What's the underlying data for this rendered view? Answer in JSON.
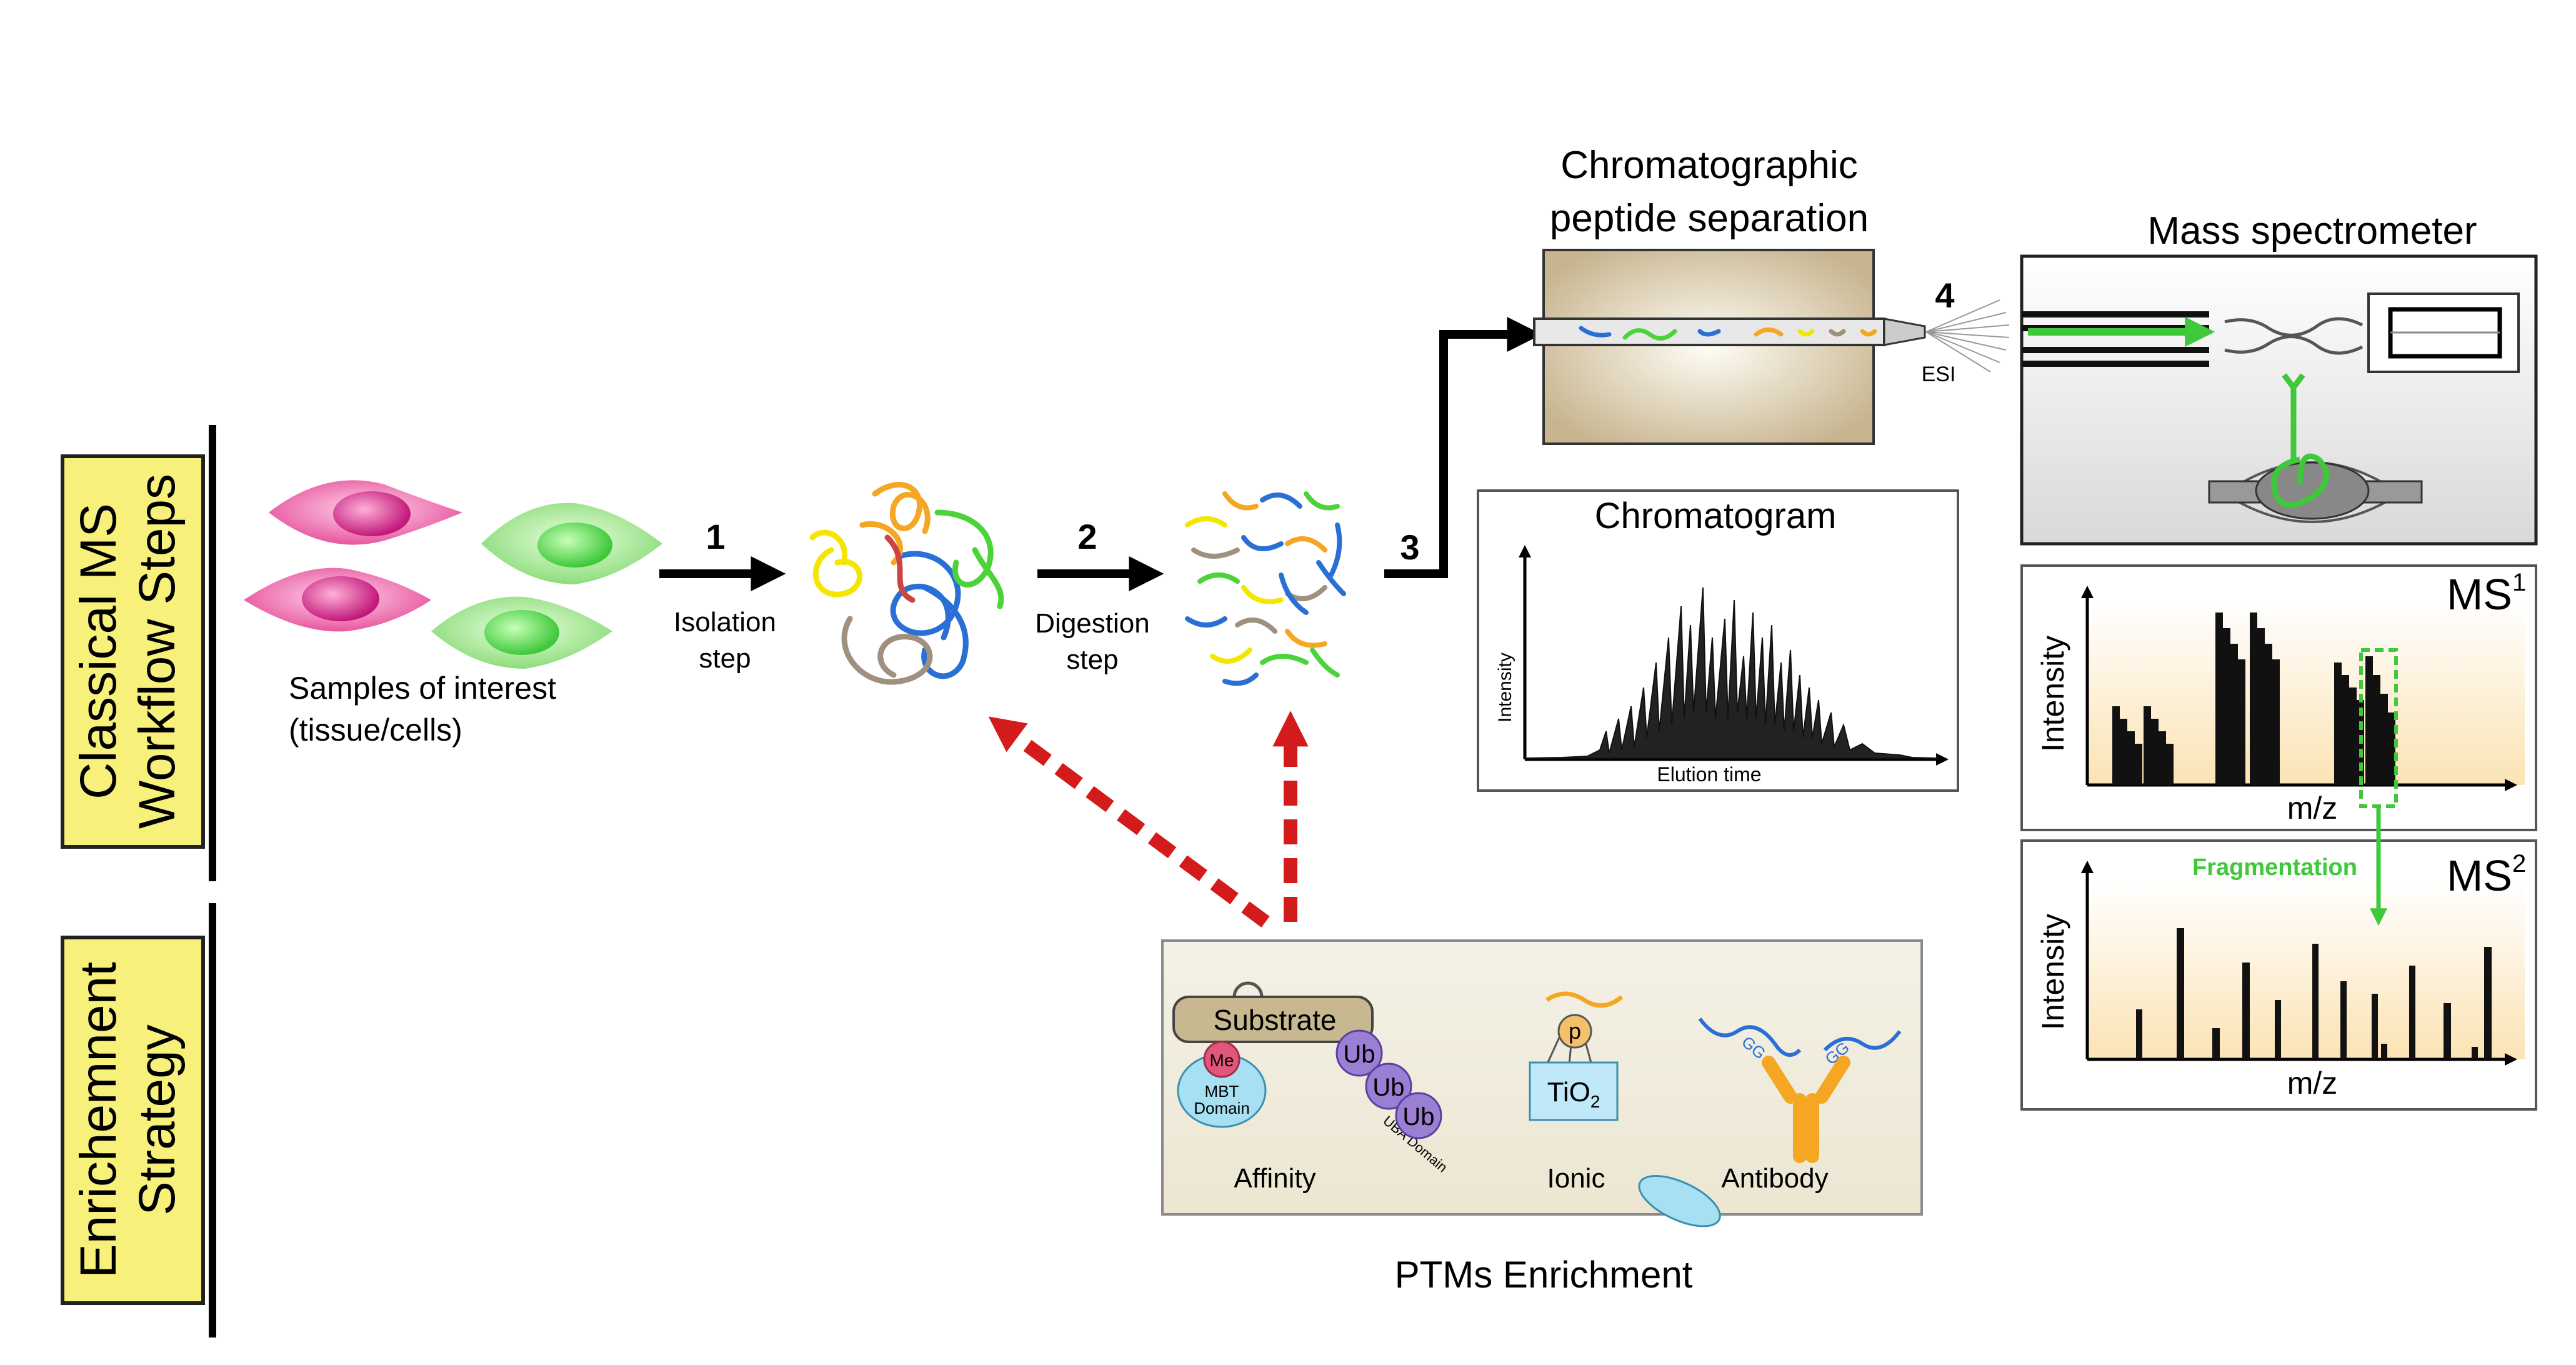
{
  "side_labels": {
    "workflow": [
      "Classical MS",
      "Workflow Steps"
    ],
    "enrichment": [
      "Enrichemnent",
      "Strategy"
    ]
  },
  "samples": {
    "caption_1": "Samples of interest",
    "caption_2": "(tissue/cells)"
  },
  "steps": {
    "step1": {
      "number": "1",
      "label_1": "Isolation",
      "label_2": "step"
    },
    "step2": {
      "number": "2",
      "label_1": "Digestion",
      "label_2": "step"
    },
    "step3": {
      "number": "3"
    },
    "step4": {
      "number": "4",
      "label": "ESI"
    }
  },
  "chromatography": {
    "title_1": "Chromatographic",
    "title_2": "peptide separation"
  },
  "chromatogram": {
    "title": "Chromatogram",
    "ylabel": "Intensity",
    "xlabel": "Elution time"
  },
  "mass_spec": {
    "title": "Mass spectrometer"
  },
  "ms1": {
    "label": "MS",
    "sup": "1",
    "ylabel": "Intensity",
    "xlabel": "m/z"
  },
  "ms2": {
    "label": "MS",
    "sup": "2",
    "ylabel": "Intensity",
    "xlabel": "m/z",
    "fragmentation": "Fragmentation"
  },
  "enrichment": {
    "title": "PTMs Enrichment",
    "substrate": "Substrate",
    "me": "Me",
    "mbt_1": "MBT",
    "mbt_2": "Domain",
    "ub": "Ub",
    "uba": "UBA Domain",
    "p": "p",
    "tio2": "TiO",
    "tio2_sub": "2",
    "gg": "GG",
    "affinity": "Affinity",
    "ionic": "Ionic",
    "antibody": "Antibody"
  },
  "colors": {
    "cell_pink": "#e8569e",
    "cell_green": "#8ddc7a",
    "yellow_box": "#f7f07a",
    "ms_green": "#3ec83a",
    "arrow_red": "#d31b1b",
    "panel_beige": "#f1ede0",
    "column_tan": "#c8b590",
    "spectrum_bg": "#fbe8c6"
  }
}
